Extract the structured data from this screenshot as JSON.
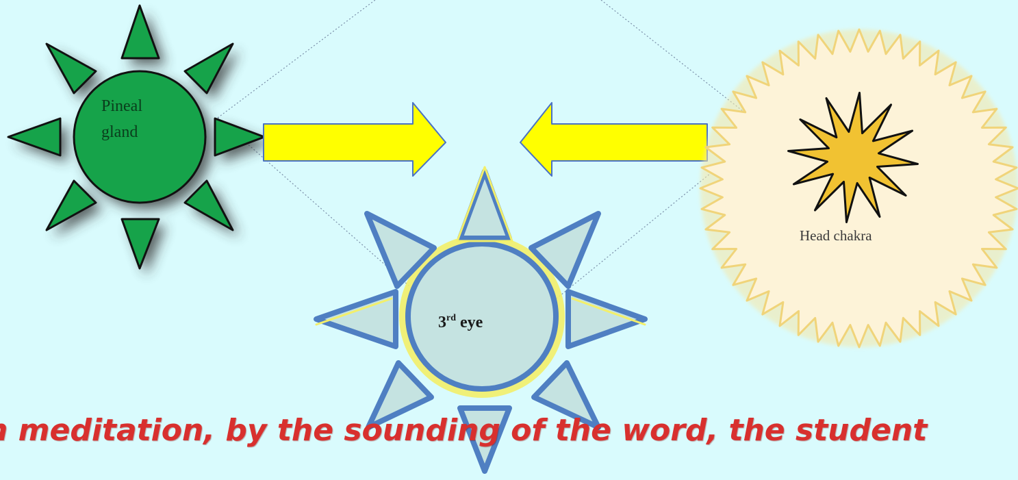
{
  "diagram": {
    "pineal_label_line1": "Pineal",
    "pineal_label_line2": "gland",
    "third_eye_label": "3rd eye",
    "third_eye_label_base": "3",
    "third_eye_label_sup": "rd",
    "third_eye_label_rest": " eye",
    "head_chakra_label": "Head chakra",
    "caption": "n meditation, by the sounding of the word, the student"
  },
  "colors": {
    "background": "#d9fbfd",
    "pineal_fill": "#16a34a",
    "arrow_fill": "#ffff00",
    "arrow_stroke": "#4a72c4",
    "third_eye_fill": "#c5e3e1",
    "third_eye_stroke": "#4f7fc2",
    "head_chakra_halo": "#fdf3d8",
    "head_chakra_star": "#f1c232",
    "caption_color": "#d8302e"
  },
  "icons": {
    "pineal": "green-sun-icon",
    "third_eye": "blue-sun-icon",
    "head_chakra": "golden-star-burst-icon"
  }
}
